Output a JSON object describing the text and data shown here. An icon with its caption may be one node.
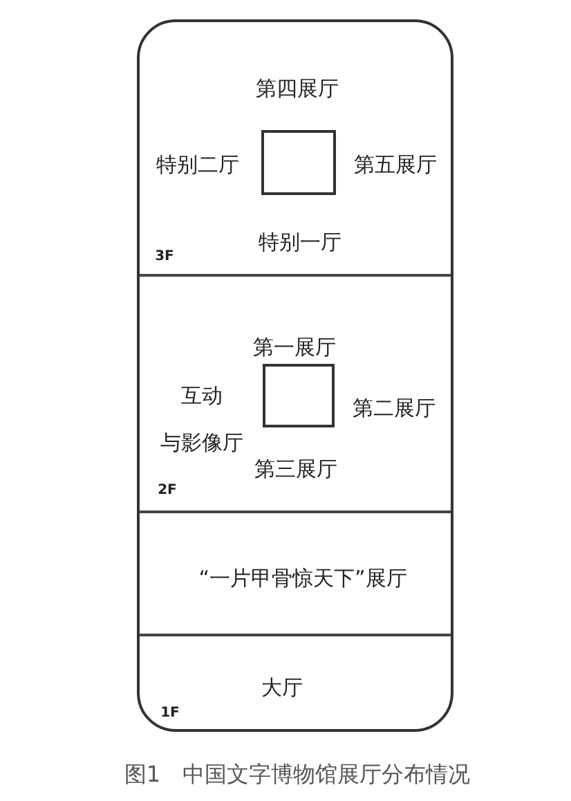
{
  "diagram": {
    "caption": "图1　中国文字博物馆展厅分布情况",
    "nodes": [
      {
        "text": [],
        "shape": "box"
      },
      {
        "text": [
          "第四展厅",
          "特别二厅",
          "第五展厅",
          "特别一厅",
          "3F"
        ],
        "in": 0
      },
      {
        "text": [],
        "shape": "box",
        "in": 1
      },
      {
        "text": [
          "第一展厅",
          "互动与影像厅",
          "第二展厅",
          "第三展厅",
          "2F"
        ],
        "in": 0
      },
      {
        "text": [],
        "shape": "box",
        "in": 3
      },
      {
        "text": [
          "“一片甲骨惊天下”展厅"
        ],
        "in": 0
      },
      {
        "text": [
          "大厅",
          "1F"
        ],
        "in": 0
      }
    ],
    "edges": []
  }
}
